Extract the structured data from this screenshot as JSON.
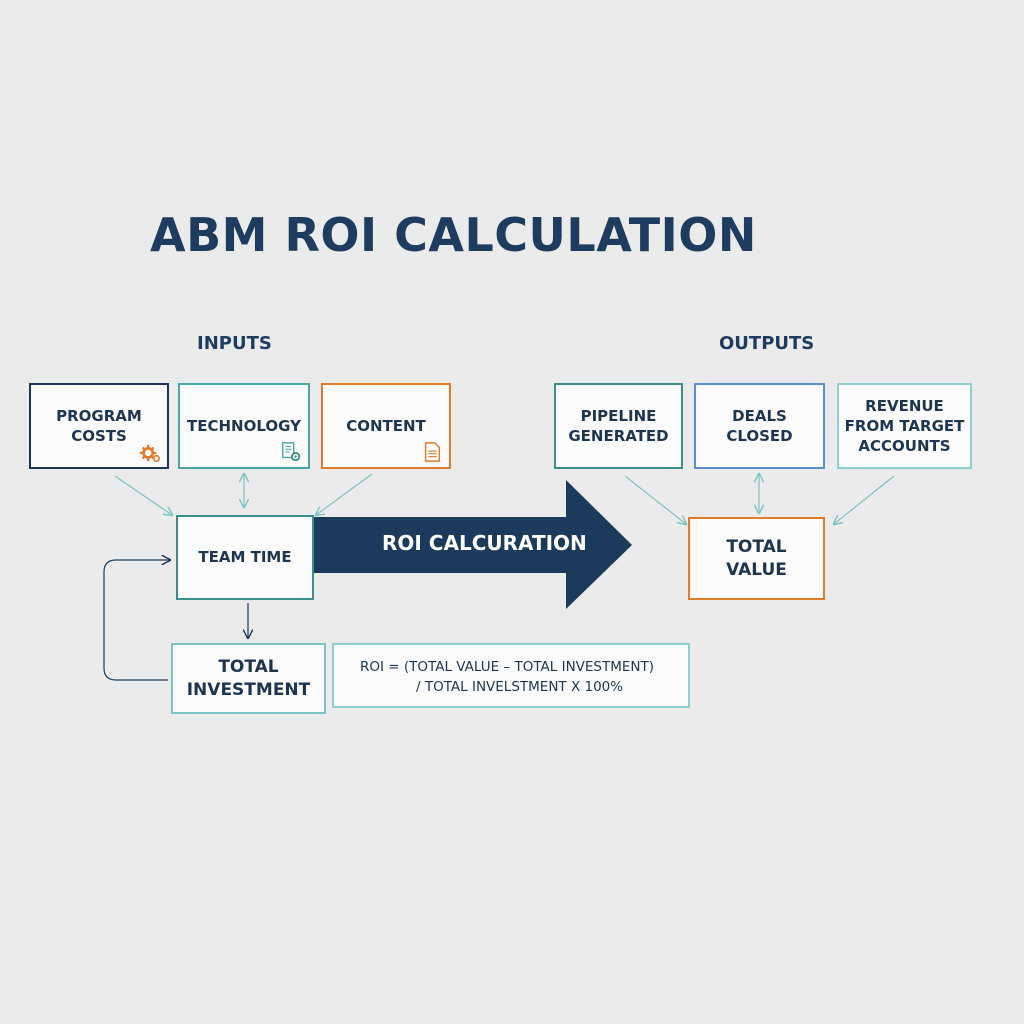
{
  "title": "ABM ROI CALCULATION",
  "sections": {
    "inputs_label": "INPUTS",
    "outputs_label": "OUTPUTS"
  },
  "inputs": [
    {
      "label": "PROGRAM COSTS",
      "icon": "gear-icon",
      "color": "#1d3557"
    },
    {
      "label": "TECHNOLOGY",
      "icon": "document-gear-icon",
      "color": "#4aa7a3"
    },
    {
      "label": "CONTENT",
      "icon": "document-icon",
      "color": "#e07d2d"
    }
  ],
  "outputs": [
    {
      "label": "PIPELINE\nGENERATED",
      "color": "#3a8f8a"
    },
    {
      "label": "DEALS\nCLOSED",
      "color": "#5b8fd0"
    },
    {
      "label": "REVENUE\nFROM TARGET\nACCOUNTS",
      "color": "#8fcfcf"
    }
  ],
  "team_time": {
    "label": "TEAM TIME",
    "color": "#3a8f8a"
  },
  "total_investment": {
    "label": "TOTAL\nINVESTMENT",
    "color": "#7cc3c3"
  },
  "total_value": {
    "label": "TOTAL\nVALUE",
    "color": "#e07d2d"
  },
  "roi_arrow": {
    "label": "ROI CALCURATION",
    "color": "#1b3a5c"
  },
  "formula": {
    "line1": "ROI = (TOTAL VALUE – TOTAL INVESTMENT)",
    "line2": "/ TOTAL INVELSTMENT x 100%"
  },
  "colors": {
    "background": "#ebebeb",
    "navy": "#1b3a5c",
    "teal": "#3a8f8a",
    "light_teal": "#8fcfcf",
    "orange": "#e07d2d",
    "blue": "#5b8fd0"
  }
}
